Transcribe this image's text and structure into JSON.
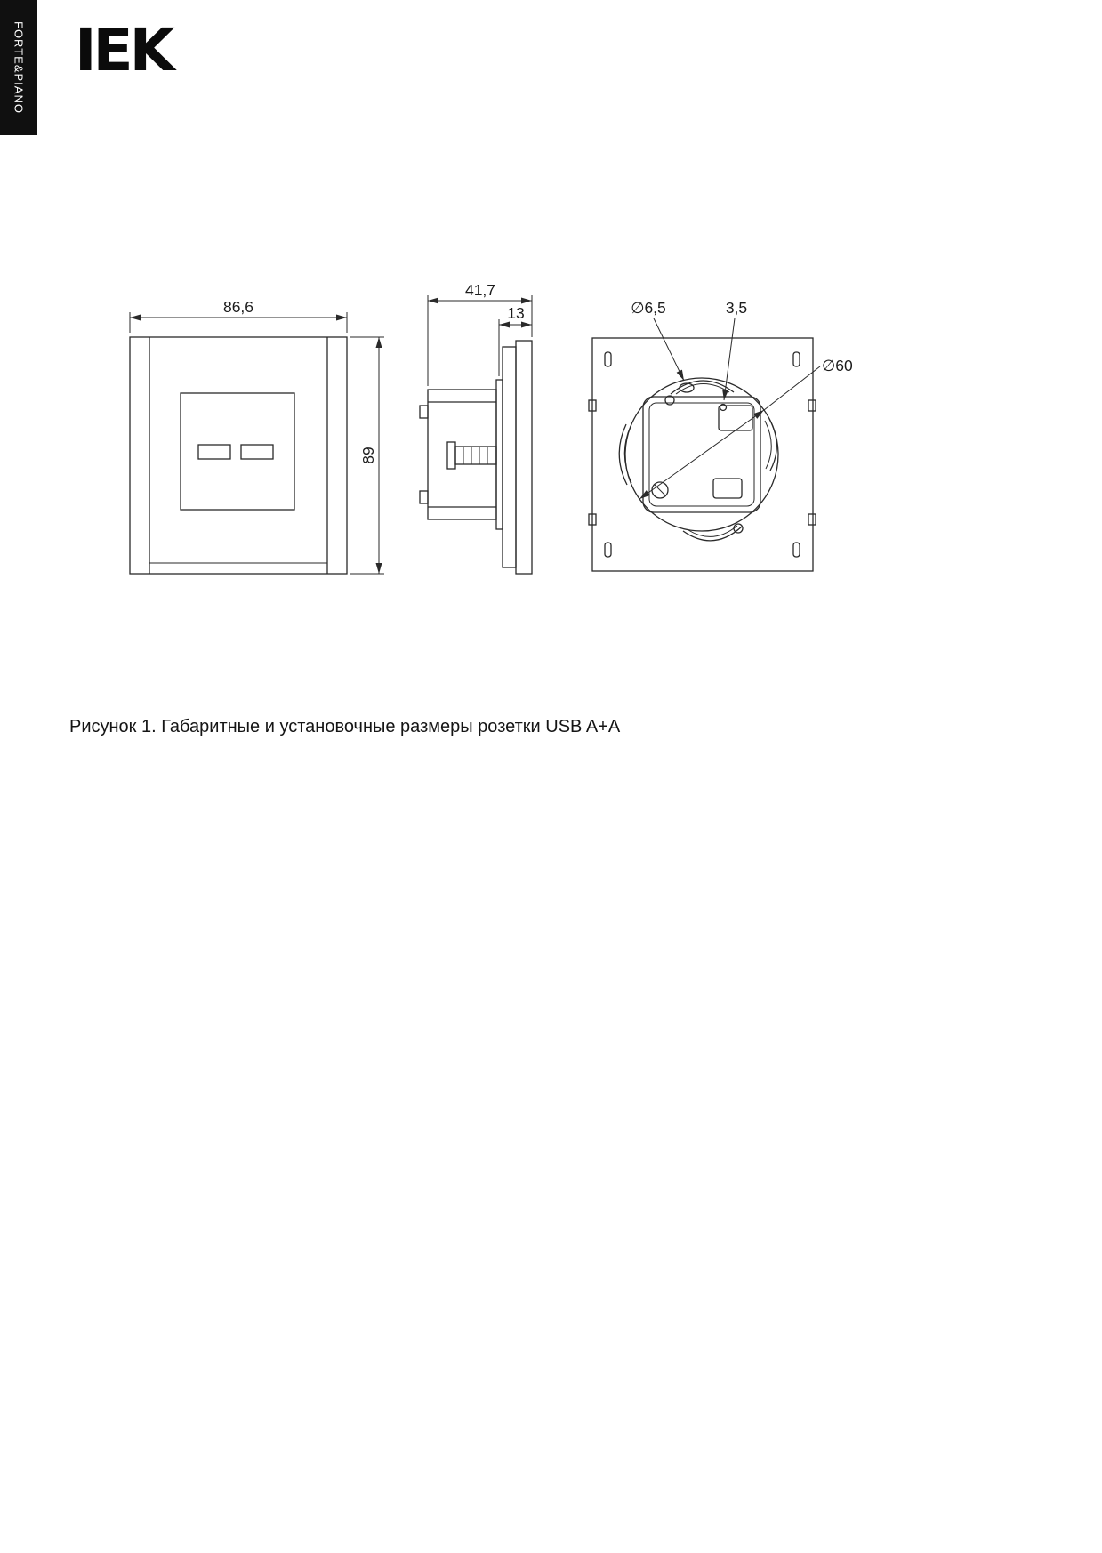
{
  "sidebar": {
    "series_label": "FORTE&PIANO"
  },
  "logo": {
    "text": "IEK"
  },
  "figure": {
    "caption": "Рисунок 1. Габаритные и установочные размеры розетки USB A+A"
  },
  "dims": {
    "front_width": "86,6",
    "front_height": "89",
    "depth_total": "41,7",
    "depth_front": "13",
    "hole_d65": "∅6,5",
    "gap_35": "3,5",
    "box_d60": "∅60"
  },
  "colors": {
    "brand_bar": "#101010",
    "line": "#2a2a2a",
    "ink": "#1c1c1c"
  }
}
